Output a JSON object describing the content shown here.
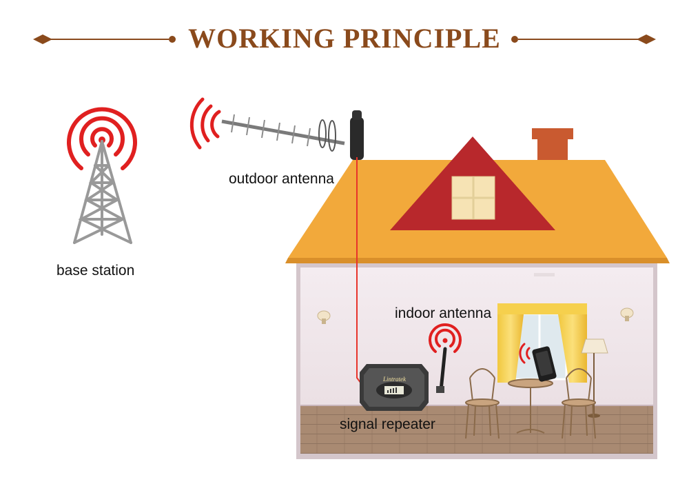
{
  "title": "WORKING PRINCIPLE",
  "labels": {
    "outdoor_antenna": "outdoor antenna",
    "base_station": "base station",
    "indoor_antenna": "indoor antenna",
    "signal_repeater": "signal repeater"
  },
  "device_brand": "Lintratek",
  "colors": {
    "title": "#8a4a1c",
    "signal": "#e02020",
    "roof": "#f2a93b",
    "gable": "#b8282c",
    "chimney": "#c95a30",
    "cable": "#e8332a"
  }
}
